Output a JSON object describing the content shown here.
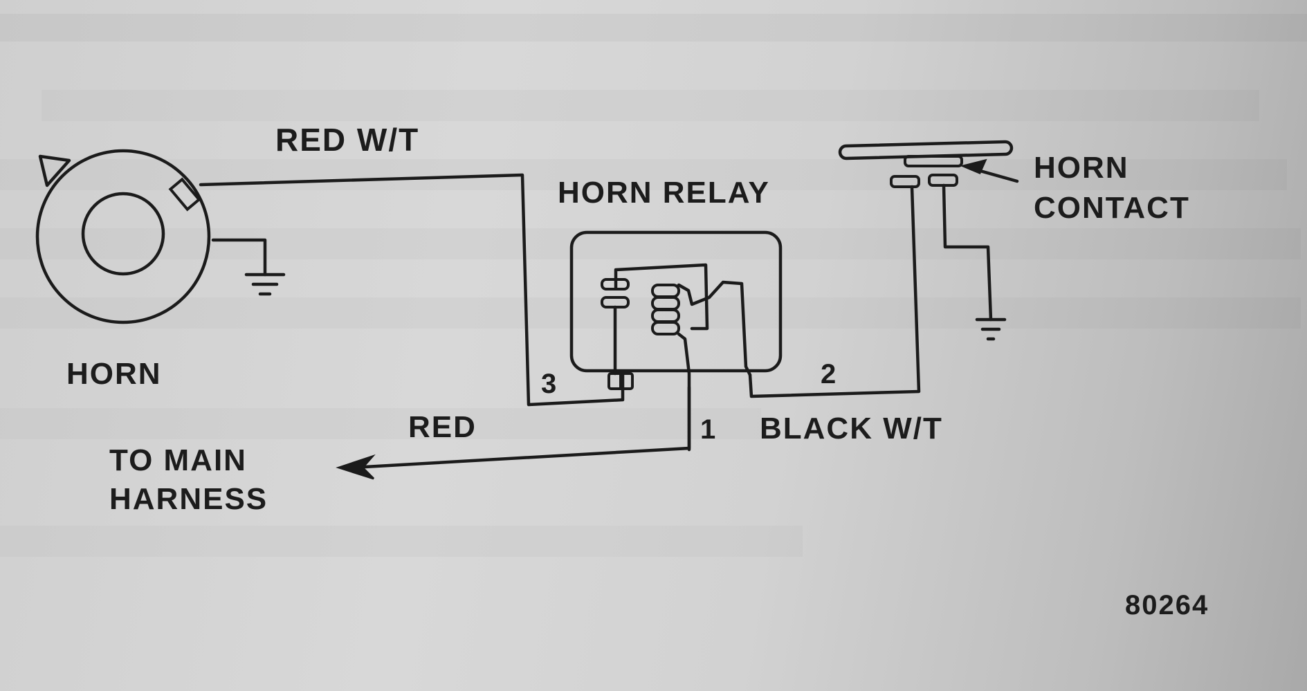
{
  "figure_id": "80264",
  "labels": {
    "horn": "HORN",
    "wire_red_wt": "RED W/T",
    "horn_relay": "HORN RELAY",
    "horn_contact_line1": "HORN",
    "horn_contact_line2": "CONTACT",
    "wire_red": "RED",
    "wire_black_wt": "BLACK W/T",
    "to_main_line1": "TO MAIN",
    "to_main_line2": "HARNESS"
  },
  "terminals": {
    "t1": "1",
    "t2": "2",
    "t3": "3"
  }
}
